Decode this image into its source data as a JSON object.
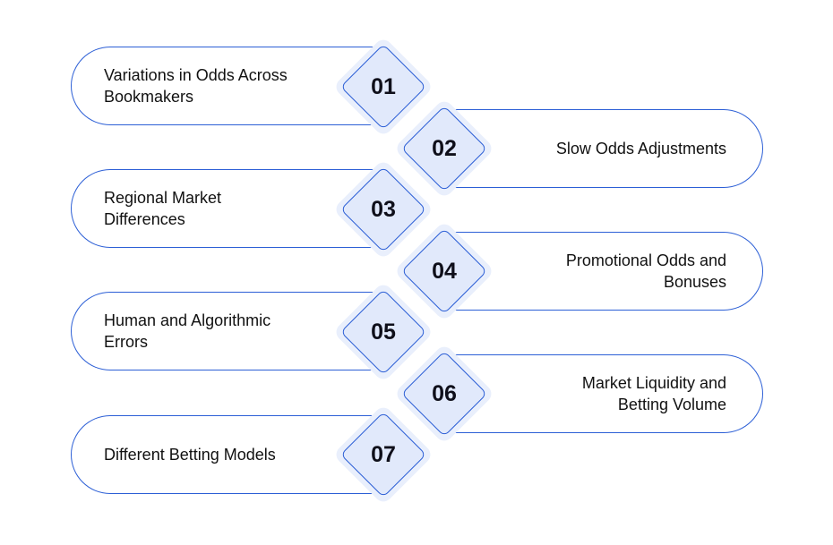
{
  "items": [
    {
      "number": "01",
      "label": "Variations in Odds Across Bookmakers"
    },
    {
      "number": "02",
      "label": "Slow Odds Adjustments"
    },
    {
      "number": "03",
      "label": "Regional Market Differences"
    },
    {
      "number": "04",
      "label": "Promotional Odds and Bonuses"
    },
    {
      "number": "05",
      "label": "Human and Algorithmic Errors"
    },
    {
      "number": "06",
      "label": "Market Liquidity and Betting Volume"
    },
    {
      "number": "07",
      "label": "Different Betting Models"
    }
  ],
  "colors": {
    "outline": "#2c5fd6",
    "diamond_fill": "#e1e9fb",
    "text": "#111111"
  }
}
